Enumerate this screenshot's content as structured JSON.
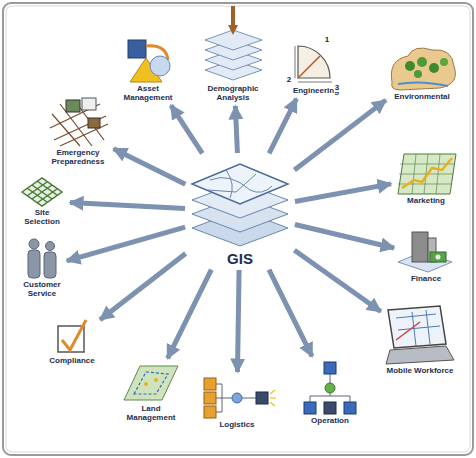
{
  "diagram": {
    "nodes": [
      {
        "text": [
          "Asset Management"
        ]
      },
      {
        "text": [
          "Demographic Analysis"
        ]
      },
      {
        "text": [
          "Engineering"
        ]
      },
      {
        "text": [
          "Emergency Preparedness"
        ]
      },
      {
        "text": [
          "Environmental"
        ]
      },
      {
        "text": [
          "Site Selection"
        ]
      },
      {
        "text": [
          "Marketing"
        ]
      },
      {
        "text": [
          "GIS"
        ]
      },
      {
        "text": [
          "Customer Service"
        ]
      },
      {
        "text": [
          "Finance"
        ]
      },
      {
        "text": [
          "Compliance"
        ]
      },
      {
        "text": [
          "Mobile Workforce"
        ]
      },
      {
        "text": [
          "Land Management"
        ]
      },
      {
        "text": [
          "Operation"
        ]
      },
      {
        "text": [
          "Logistics"
        ]
      }
    ],
    "edges": [
      {
        "from": 7,
        "to": 0,
        "arrow": "to"
      },
      {
        "from": 7,
        "to": 1,
        "arrow": "to"
      },
      {
        "from": 7,
        "to": 2,
        "arrow": "to"
      },
      {
        "from": 7,
        "to": 3,
        "arrow": "to"
      },
      {
        "from": 7,
        "to": 4,
        "arrow": "to"
      },
      {
        "from": 7,
        "to": 5,
        "arrow": "to"
      },
      {
        "from": 7,
        "to": 6,
        "arrow": "to"
      },
      {
        "from": 7,
        "to": 8,
        "arrow": "to"
      },
      {
        "from": 7,
        "to": 9,
        "arrow": "to"
      },
      {
        "from": 7,
        "to": 10,
        "arrow": "to"
      },
      {
        "from": 7,
        "to": 11,
        "arrow": "to"
      },
      {
        "from": 7,
        "to": 12,
        "arrow": "to"
      },
      {
        "from": 7,
        "to": 13,
        "arrow": "to"
      },
      {
        "from": 7,
        "to": 14,
        "arrow": "to"
      }
    ],
    "labels": [
      "1",
      "2",
      "3"
    ]
  }
}
